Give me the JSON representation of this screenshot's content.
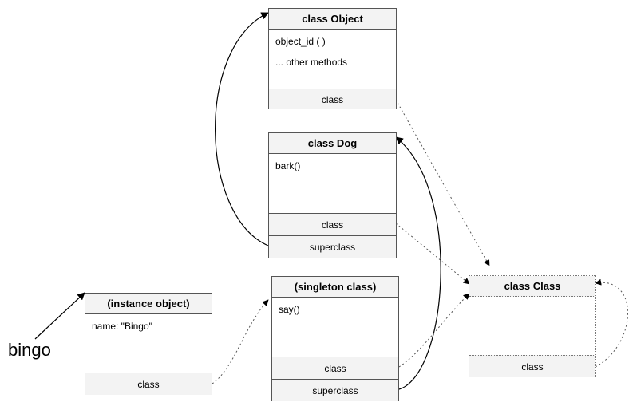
{
  "instance_label": "bingo",
  "boxes": {
    "object": {
      "title": "class Object",
      "methods": [
        "object_id ( )",
        "...  other methods"
      ],
      "class_label": "class"
    },
    "dog": {
      "title": "class Dog",
      "methods": [
        "bark()"
      ],
      "class_label": "class",
      "superclass_label": "superclass"
    },
    "singleton": {
      "title": "(singleton class)",
      "methods": [
        "say()"
      ],
      "class_label": "class",
      "superclass_label": "superclass"
    },
    "instance": {
      "title": "(instance object)",
      "fields": [
        "name: \"Bingo\""
      ],
      "class_label": "class"
    },
    "class_class": {
      "title": "class Class",
      "class_label": "class"
    }
  }
}
